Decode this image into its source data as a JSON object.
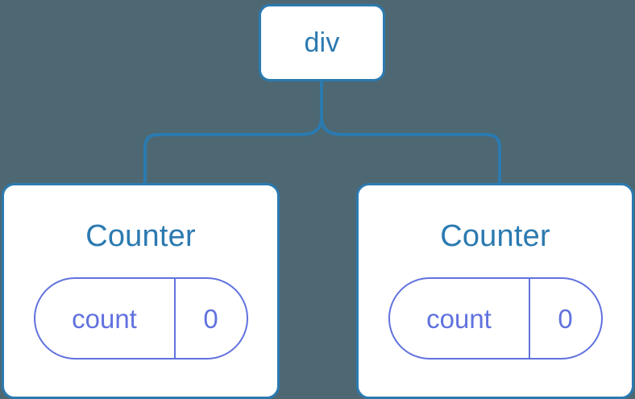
{
  "diagram": {
    "type": "component-tree",
    "background_color": "#4d6873",
    "node_border_color": "#2b7ab0",
    "node_text_color": "#2b7ab0",
    "state_color": "#6172de",
    "edge_color": "#2b7ab0"
  },
  "root": {
    "label": "div"
  },
  "children": [
    {
      "label": "Counter",
      "state": {
        "key": "count",
        "value": "0"
      }
    },
    {
      "label": "Counter",
      "state": {
        "key": "count",
        "value": "0"
      }
    }
  ]
}
